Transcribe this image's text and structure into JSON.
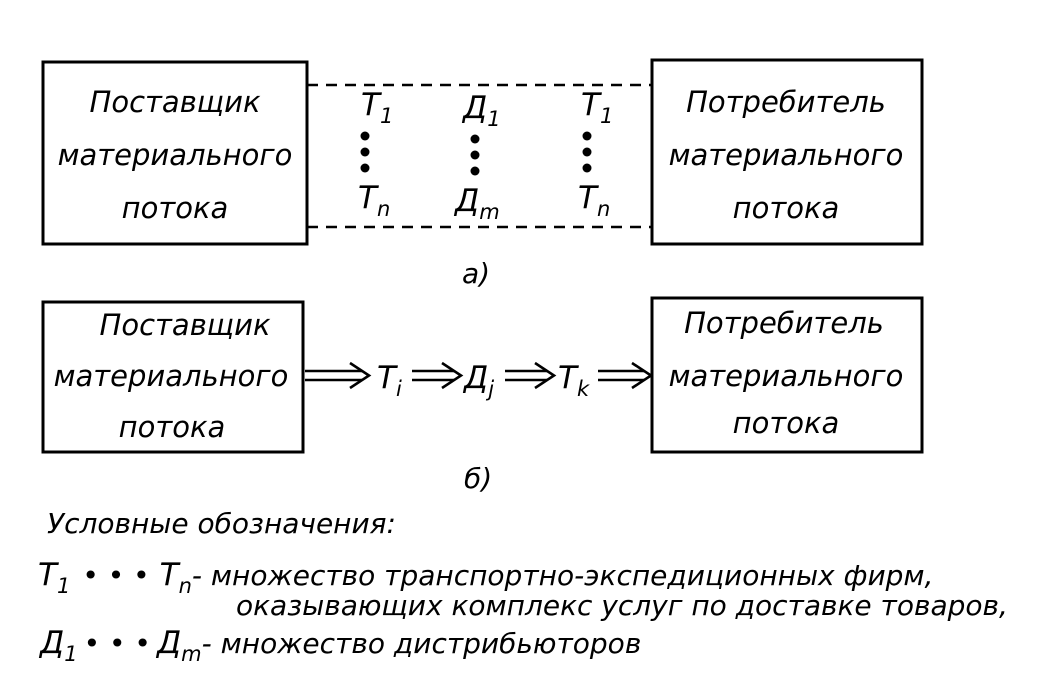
{
  "diagram_a": {
    "supplier": [
      "Поставщик",
      "материального",
      "потока"
    ],
    "consumer": [
      "Потребитель",
      "материального",
      "потока"
    ],
    "col1": {
      "top": "T",
      "top_sub": "1",
      "bottom": "T",
      "bottom_sub": "n"
    },
    "col2": {
      "top": "Д",
      "top_sub": "1",
      "bottom": "Д",
      "bottom_sub": "m"
    },
    "col3": {
      "top": "T",
      "top_sub": "1",
      "bottom": "T",
      "bottom_sub": "n"
    },
    "caption": "а)"
  },
  "diagram_b": {
    "supplier": [
      "Поставщик",
      "материального",
      "потока"
    ],
    "consumer": [
      "Потребитель",
      "материального",
      "потока"
    ],
    "chain": [
      {
        "sym": "T",
        "sub": "i"
      },
      {
        "sym": "Д",
        "sub": "j"
      },
      {
        "sym": "T",
        "sub": "k"
      }
    ],
    "caption": "б)"
  },
  "legend": {
    "title": "Условные обозначения:",
    "t_start": "T",
    "t_start_sub": "1",
    "t_end": "T",
    "t_end_sub": "n",
    "t_desc_1": "- множество транспортно-экспедиционных фирм,",
    "t_desc_2": "оказывающих комплекс услуг по доставке товаров,",
    "d_start": "Д",
    "d_start_sub": "1",
    "d_end": "Д",
    "d_end_sub": "m",
    "d_desc": "- множество дистрибьюторов",
    "dots": "• • •"
  }
}
